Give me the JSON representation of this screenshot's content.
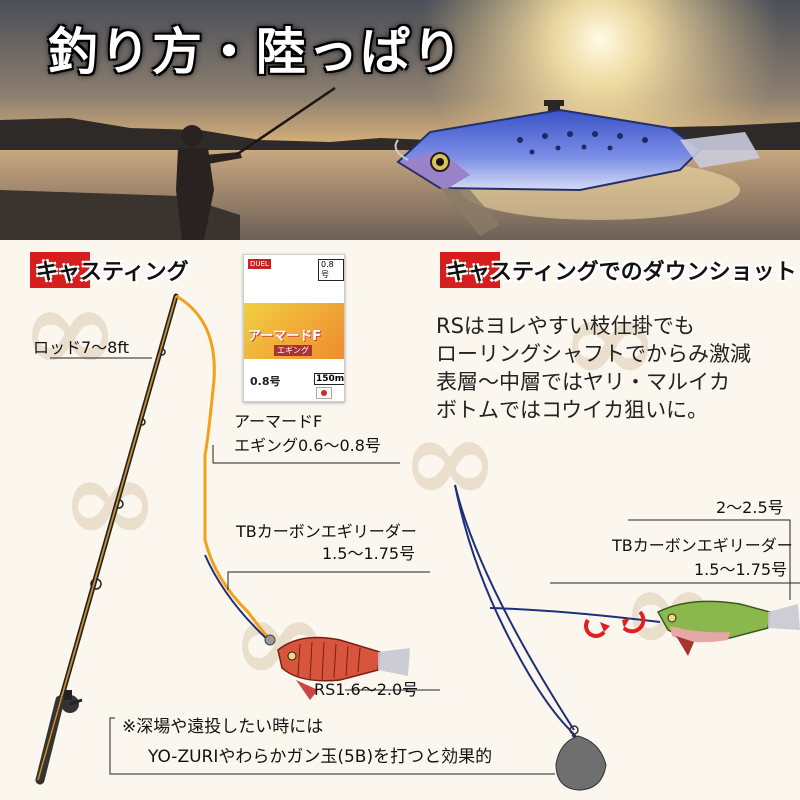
{
  "title": "釣り方・陸っぱり",
  "left_section": {
    "heading": "キャスティング",
    "rod_label": "ロッド7～8ft",
    "line_label_1": "アーマードF",
    "line_label_2": "エギング0.6～0.8号",
    "leader_label_1": "TBカーボンエギリーダー",
    "leader_label_2": "1.5～1.75号",
    "egi_label": "RS1.6～2.0号",
    "footnote_1": "※深場や遠投したい時には",
    "footnote_2": "YO-ZURIやわらかガン玉(5B)を打つと効果的"
  },
  "right_section": {
    "heading": "キャスティングでのダウンショット",
    "note_lines": [
      "RSはヨレやすい枝仕掛でも",
      "ローリングシャフトでからみ激減",
      "表層～中層ではヤリ・マルイカ",
      "ボトムではコウイカ狙いに。"
    ],
    "branch_label": "2～2.5号",
    "leader_label_1": "TBカーボンエギリーダー",
    "leader_label_2": "1.5～1.75号"
  },
  "package": {
    "brand": "DUEL",
    "size_tag": "0.8号",
    "name": "アーマードF",
    "sub": "エギング",
    "size": "0.8号",
    "length": "150m"
  },
  "colors": {
    "accent_red": "#d61e1e",
    "fishing_line": "#f2a218",
    "leader_line": "#1f2f7a",
    "background": "#fbf7ef"
  },
  "icons": [
    "rotation-arrows-icon",
    "fishing-rod-icon",
    "sinker-icon",
    "squid-jig-icon"
  ]
}
